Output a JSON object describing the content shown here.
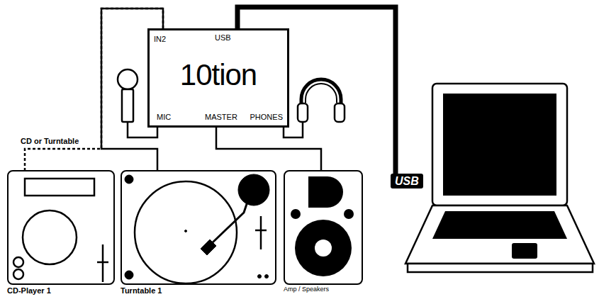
{
  "diagram": {
    "nodes": [
      {
        "text": [
          "IN2",
          "USB",
          "10tion",
          "MIC",
          "MASTER",
          "PHONES"
        ]
      },
      {
        "text": [
          "CD-Player 1"
        ]
      },
      {
        "text": [
          "Turntable 1"
        ]
      },
      {
        "text": [
          "Amp / Speakers"
        ]
      }
    ],
    "edges": [
      {
        "from": 0,
        "to": 1,
        "arrow": "none",
        "label": "CD or Turntable"
      },
      {
        "from": 0,
        "to": 2,
        "arrow": "none"
      },
      {
        "from": 0,
        "to": 3,
        "arrow": "none"
      }
    ],
    "labels": [
      "USB"
    ]
  }
}
